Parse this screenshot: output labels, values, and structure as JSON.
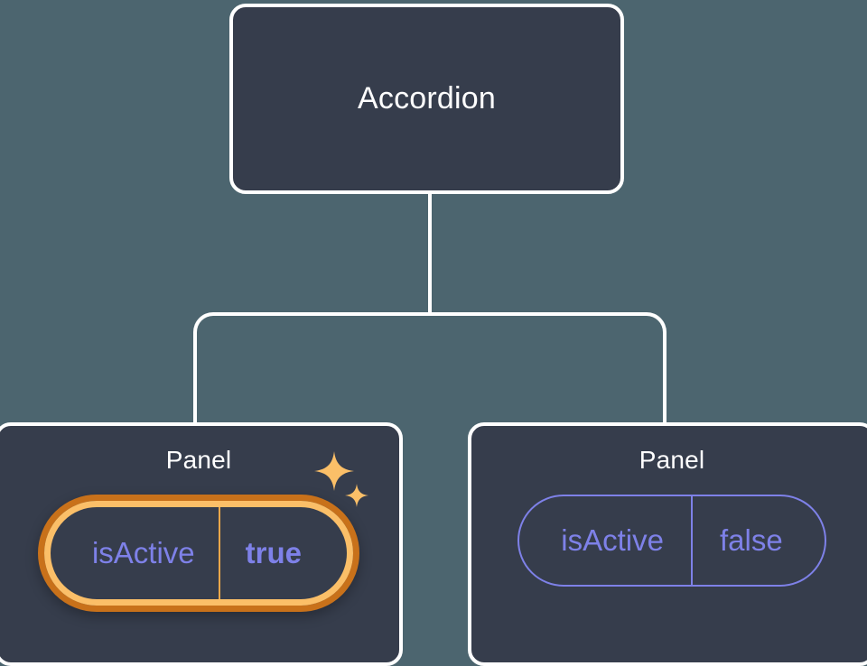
{
  "diagram": {
    "type": "component-tree",
    "background_color": "#4c656f",
    "node_fill": "#363d4c",
    "node_border": "#ffffff",
    "accent_prop_color": "#7e81e8",
    "highlight_outer_color": "#c8711a",
    "highlight_inner_color": "#fbbf68",
    "root": {
      "title": "Accordion"
    },
    "children": [
      {
        "title": "Panel",
        "highlighted": true,
        "prop": {
          "key": "isActive",
          "value": "true"
        },
        "sparkle_large": "sparkle-icon",
        "sparkle_small": "sparkle-small-icon"
      },
      {
        "title": "Panel",
        "highlighted": false,
        "prop": {
          "key": "isActive",
          "value": "false"
        }
      }
    ]
  }
}
